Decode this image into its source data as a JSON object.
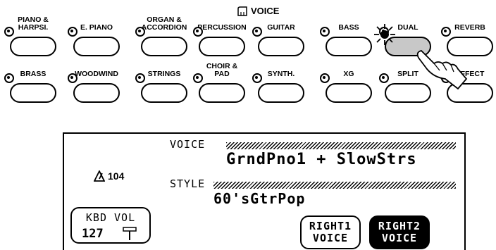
{
  "header": {
    "title": "VOICE",
    "icon": "keyboard-icon"
  },
  "panel_row1": [
    {
      "label": "PIANO &\nHARPSI.",
      "lines": 2
    },
    {
      "label": "E. PIANO",
      "lines": 1
    },
    {
      "label": "ORGAN &\nACCORDION",
      "lines": 2
    },
    {
      "label": "PERCUSSION",
      "lines": 1
    },
    {
      "label": "GUITAR",
      "lines": 1
    },
    {
      "label": "BASS",
      "lines": 1
    },
    {
      "label": "DUAL",
      "lines": 1,
      "pressed": true
    },
    {
      "label": "REVERB",
      "lines": 1
    }
  ],
  "panel_row2": [
    {
      "label": "BRASS",
      "lines": 1
    },
    {
      "label": "WOODWIND",
      "lines": 1
    },
    {
      "label": "STRINGS",
      "lines": 1
    },
    {
      "label": "CHOIR &\nPAD",
      "lines": 2
    },
    {
      "label": "SYNTH.",
      "lines": 1
    },
    {
      "label": "XG",
      "lines": 1
    },
    {
      "label": "SPLIT",
      "lines": 1
    },
    {
      "label": "EFFECT",
      "lines": 1
    }
  ],
  "display": {
    "tempo_value": "104",
    "voice_label": "VOICE",
    "voice_name": "GrndPno1 + SlowStrs",
    "style_label": "STYLE",
    "style_name": "60'sGtrPop",
    "kbd_vol_label": "KBD VOL",
    "kbd_vol_value": "127",
    "right1_voice": "RIGHT1\nVOICE",
    "right2_voice": "RIGHT2\nVOICE"
  }
}
